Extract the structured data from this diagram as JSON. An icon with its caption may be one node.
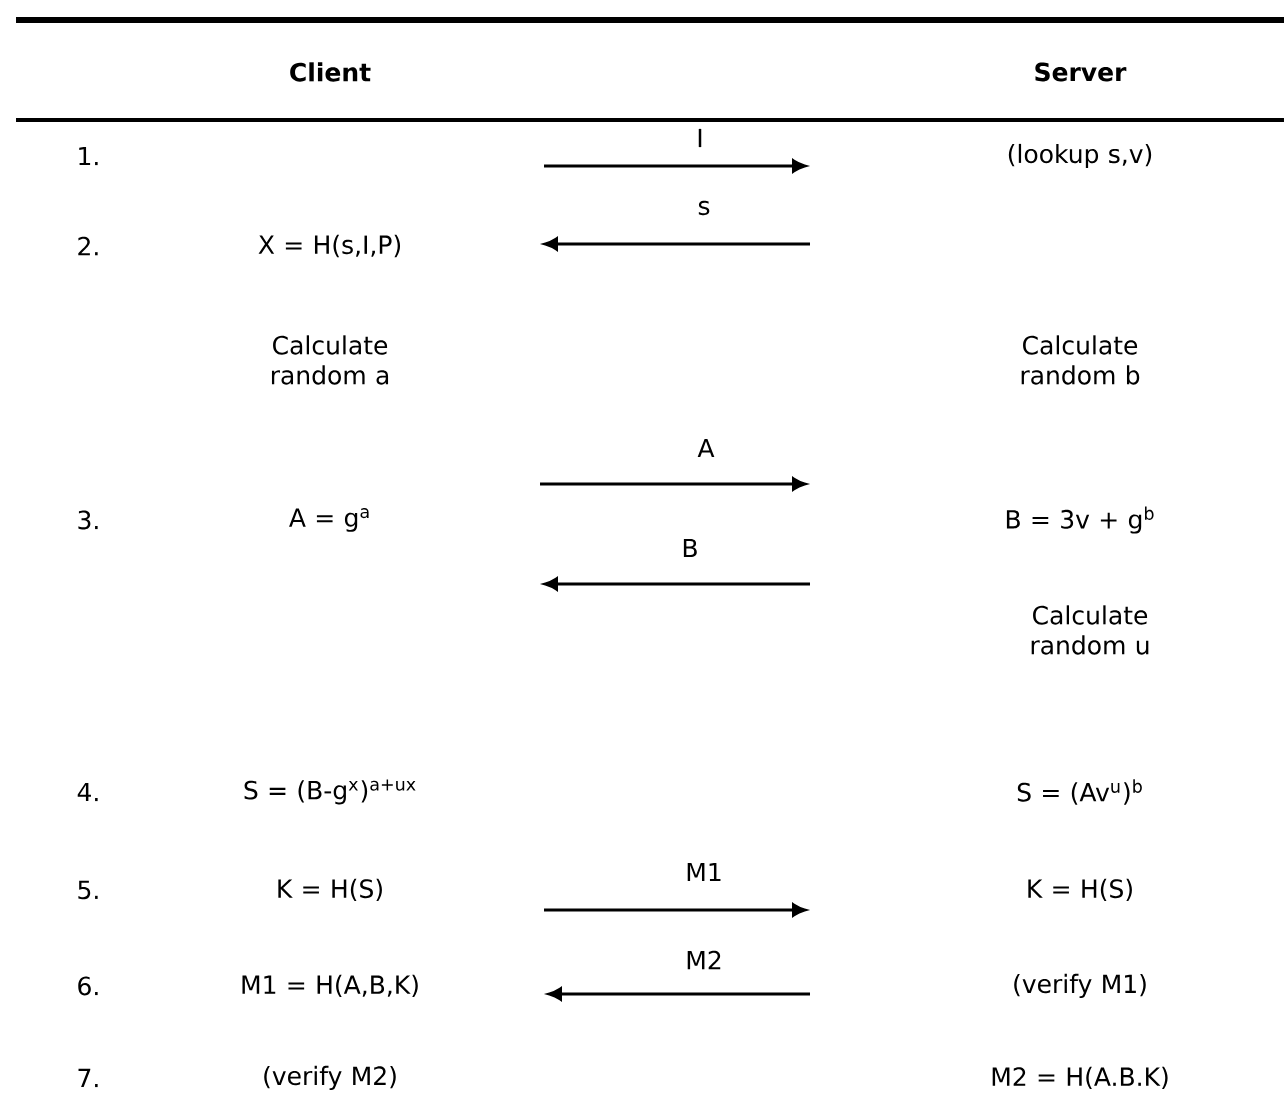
{
  "diagram": {
    "labels": [
      "Client",
      "Server",
      "I",
      "1.",
      "(lookup s,v)",
      "s",
      "2.",
      "X = H(s,I,P)",
      "Calculate random a",
      "Calculate random b",
      "A",
      "3.",
      "A = g$^{a}$",
      "B = 3v + g$^{b}$",
      "B",
      "Calculate random u",
      "4.",
      "S = (B-g$^{x}$)$^{a+ux}$",
      "S = (Av$^{u}$)$^{b}$",
      "M1",
      "5.",
      "K = H(S)",
      "K = H(S)",
      "M2",
      "6.",
      "M1 = H(A,B,K)",
      "(verify M1)",
      "7.",
      "(verify M2)",
      "M2 = H(A.B.K)"
    ]
  }
}
